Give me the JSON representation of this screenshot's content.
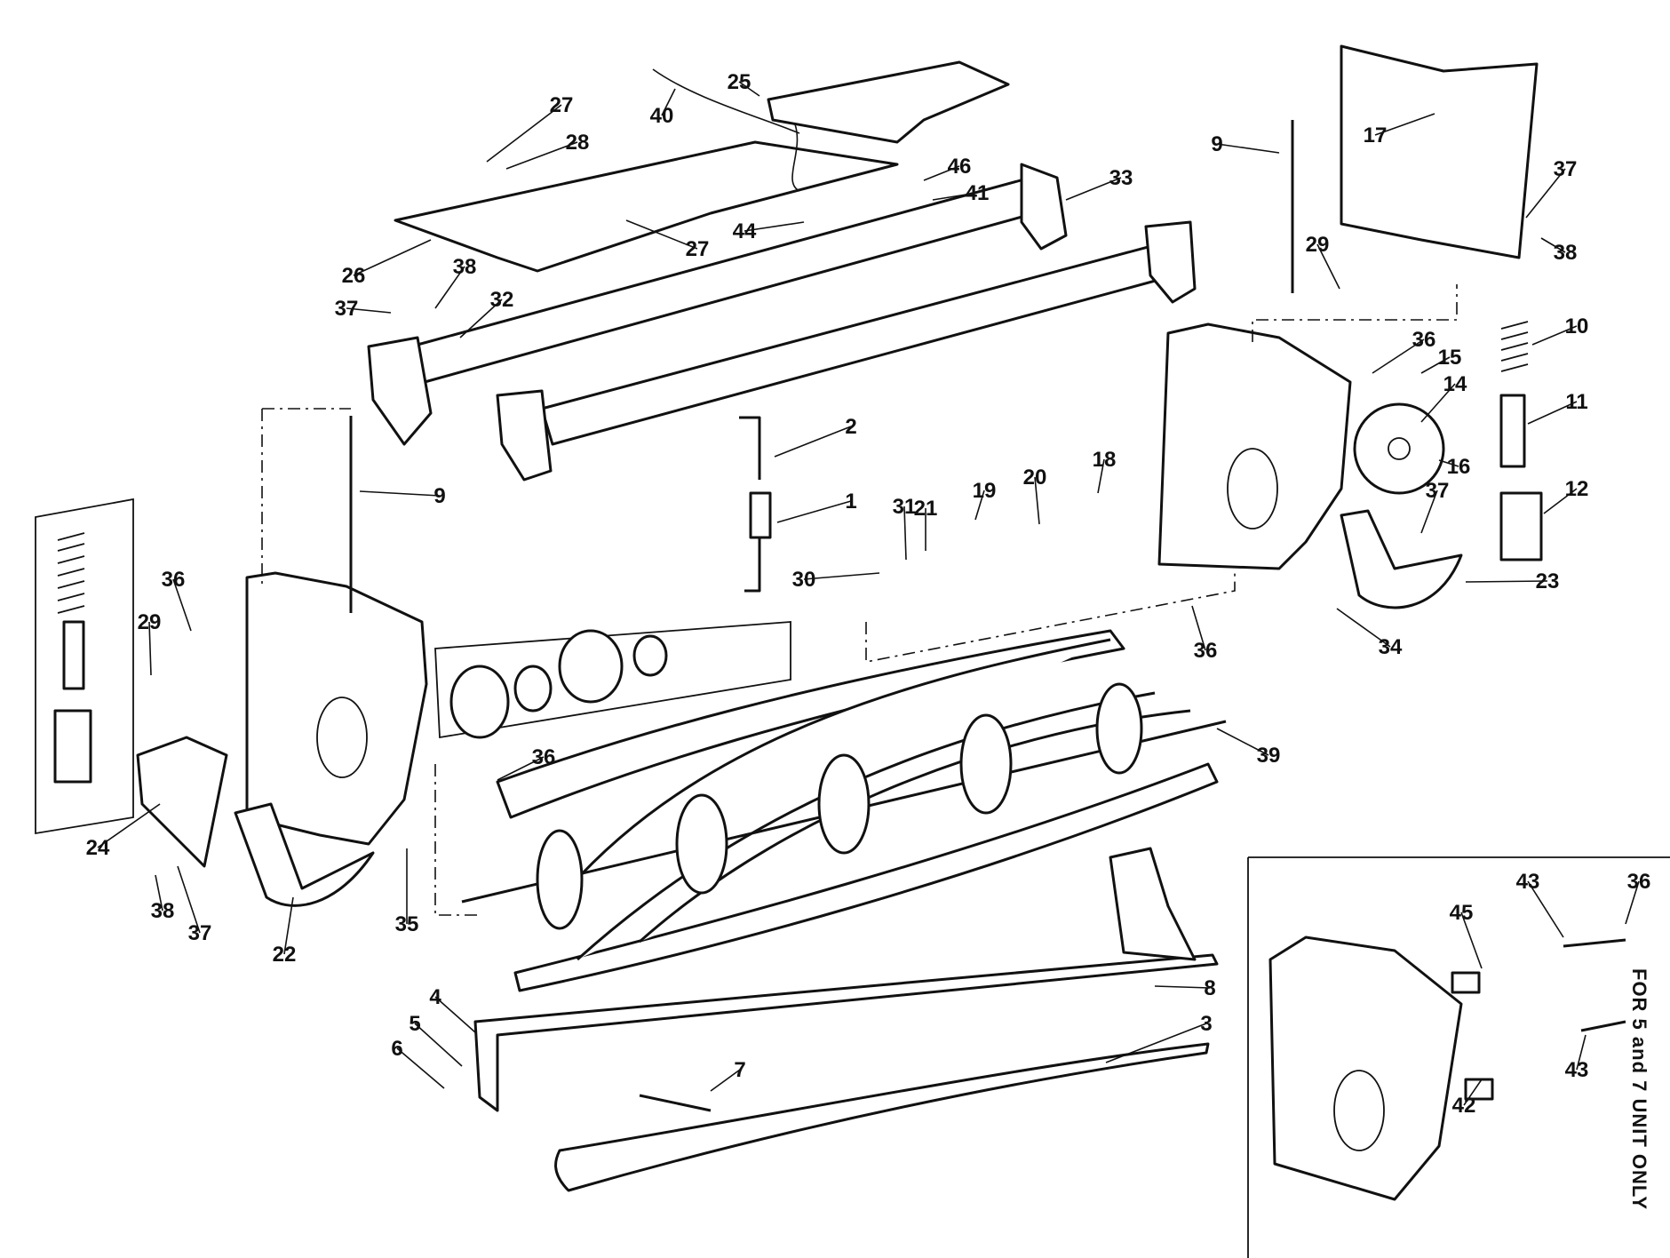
{
  "callouts": [
    {
      "label": "1"
    },
    {
      "label": "2"
    },
    {
      "label": "3"
    },
    {
      "label": "4"
    },
    {
      "label": "5"
    },
    {
      "label": "6"
    },
    {
      "label": "7"
    },
    {
      "label": "8"
    },
    {
      "label": "9"
    },
    {
      "label": "9"
    },
    {
      "label": "10"
    },
    {
      "label": "11"
    },
    {
      "label": "12"
    },
    {
      "label": "14"
    },
    {
      "label": "15"
    },
    {
      "label": "16"
    },
    {
      "label": "17"
    },
    {
      "label": "18"
    },
    {
      "label": "19"
    },
    {
      "label": "20"
    },
    {
      "label": "21"
    },
    {
      "label": "22"
    },
    {
      "label": "23"
    },
    {
      "label": "24"
    },
    {
      "label": "25"
    },
    {
      "label": "26"
    },
    {
      "label": "27"
    },
    {
      "label": "27"
    },
    {
      "label": "28"
    },
    {
      "label": "29"
    },
    {
      "label": "29"
    },
    {
      "label": "30"
    },
    {
      "label": "31"
    },
    {
      "label": "32"
    },
    {
      "label": "33"
    },
    {
      "label": "34"
    },
    {
      "label": "35"
    },
    {
      "label": "36"
    },
    {
      "label": "36"
    },
    {
      "label": "36"
    },
    {
      "label": "36"
    },
    {
      "label": "36"
    },
    {
      "label": "37"
    },
    {
      "label": "37"
    },
    {
      "label": "37"
    },
    {
      "label": "37"
    },
    {
      "label": "38"
    },
    {
      "label": "38"
    },
    {
      "label": "38"
    },
    {
      "label": "39"
    },
    {
      "label": "40"
    },
    {
      "label": "41"
    },
    {
      "label": "42"
    },
    {
      "label": "43"
    },
    {
      "label": "43"
    },
    {
      "label": "44"
    },
    {
      "label": "45"
    },
    {
      "label": "46"
    }
  ],
  "inset_note": "FOR 5 and 7 UNIT ONLY"
}
